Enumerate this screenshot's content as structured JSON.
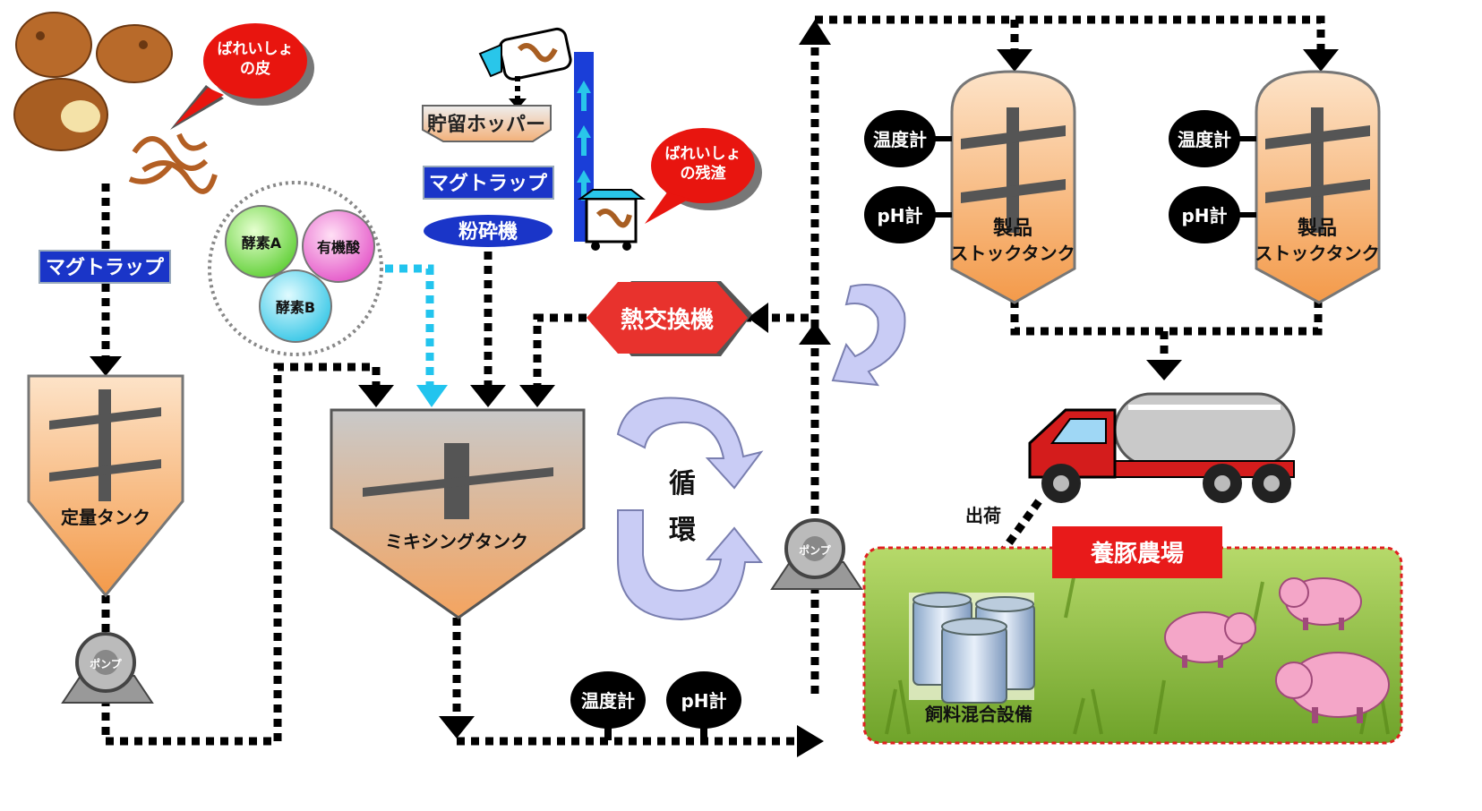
{
  "labels": {
    "peel_bubble": [
      "ばれいしょ",
      "の皮"
    ],
    "residue_bubble": [
      "ばれいしょ",
      "の残渣"
    ],
    "mag_trap_left": "マグトラップ",
    "mag_trap_center": "マグトラップ",
    "hopper": "貯留ホッパー",
    "crusher": "粉砕機",
    "enzyme_a": "酵素A",
    "enzyme_b": "酵素B",
    "organic_acid": "有機酸",
    "heat_exchanger": "熱交換機",
    "metering_tank": "定量タンク",
    "mixing_tank": "ミキシングタンク",
    "circulation": [
      "循",
      "環"
    ],
    "pump": "ポンプ",
    "thermometer": "温度計",
    "ph_meter": "pH計",
    "product_tank_1": [
      "製品",
      "ストックタンク"
    ],
    "product_tank_2": [
      "製品",
      "ストックタンク"
    ],
    "shipment": "出荷",
    "pig_farm": "養豚農場",
    "feed_mixer": "飼料混合設備"
  },
  "icons": [
    "potato-icon",
    "peel-icon",
    "pump-icon",
    "truck-icon",
    "pig-icon",
    "silo-icon",
    "conveyor-icon",
    "circulation-arrow-icon"
  ],
  "colors": {
    "tank_orange": "#f4a460",
    "label_blue": "#1a35c8",
    "heat_exchanger_red": "#e8322d",
    "farm_label_red": "#e81a1a",
    "farm_bg": "#8fbf3f",
    "pig_pink": "#f4a6c8",
    "cyan_flow": "#22c4ee"
  }
}
